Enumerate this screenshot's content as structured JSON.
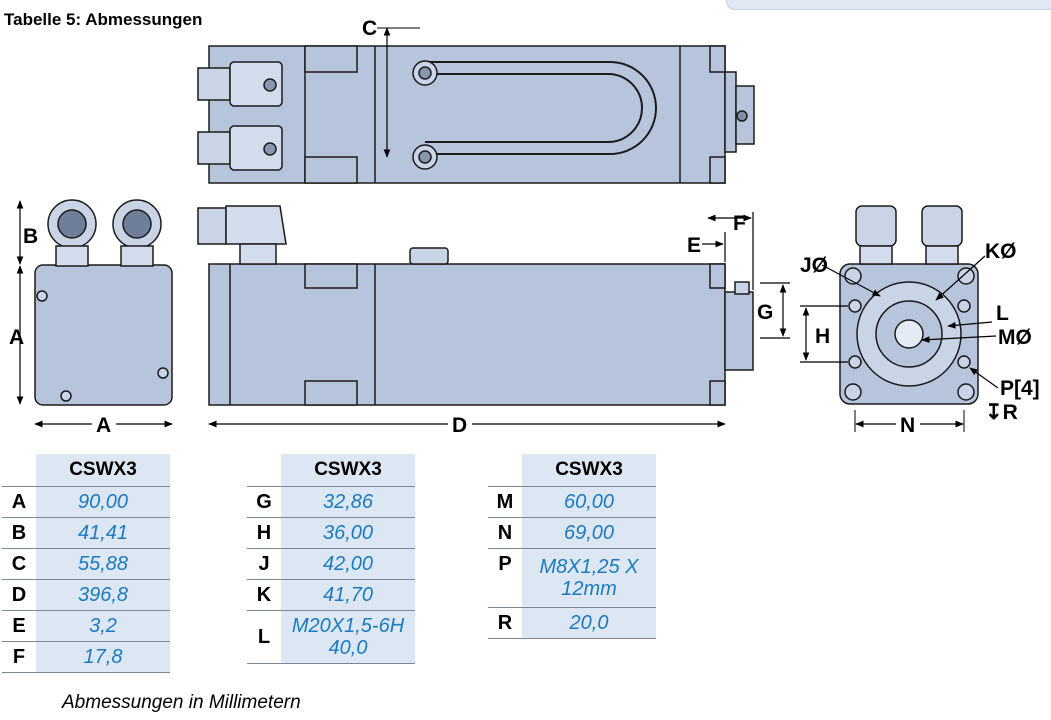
{
  "title": "Tabelle 5: Abmessungen",
  "drawing_labels": {
    "A": "A",
    "B": "B",
    "C": "C",
    "D": "D",
    "E": "E",
    "F": "F",
    "G": "G",
    "H": "H",
    "J": "JØ",
    "K": "KØ",
    "L": "L",
    "M": "MØ",
    "N": "N",
    "P": "P[4]",
    "R": "↧R"
  },
  "tables": [
    {
      "header": "CSWX3",
      "rows": [
        {
          "key": "A",
          "value": "90,00"
        },
        {
          "key": "B",
          "value": "41,41"
        },
        {
          "key": "C",
          "value": "55,88"
        },
        {
          "key": "D",
          "value": "396,8"
        },
        {
          "key": "E",
          "value": "3,2"
        },
        {
          "key": "F",
          "value": "17,8"
        }
      ]
    },
    {
      "header": "CSWX3",
      "rows": [
        {
          "key": "G",
          "value": "32,86"
        },
        {
          "key": "H",
          "value": "36,00"
        },
        {
          "key": "J",
          "value": "42,00"
        },
        {
          "key": "K",
          "value": "41,70"
        },
        {
          "key": "L",
          "value": "M20X1,5-6H 40,0"
        }
      ]
    },
    {
      "header": "CSWX3",
      "rows": [
        {
          "key": "M",
          "value": "60,00"
        },
        {
          "key": "N",
          "value": "69,00"
        },
        {
          "key": "P",
          "value": "M8X1,25 X 12mm"
        },
        {
          "key": "R",
          "value": "20,0"
        }
      ]
    }
  ],
  "footnote": "Abmessungen in Millimetern",
  "colors": {
    "body": "#b7c5dc",
    "body_light": "#d2dcec",
    "outline": "#1b1b1b",
    "value_text": "#1a7bbf",
    "table_fill": "#dce7f3"
  }
}
